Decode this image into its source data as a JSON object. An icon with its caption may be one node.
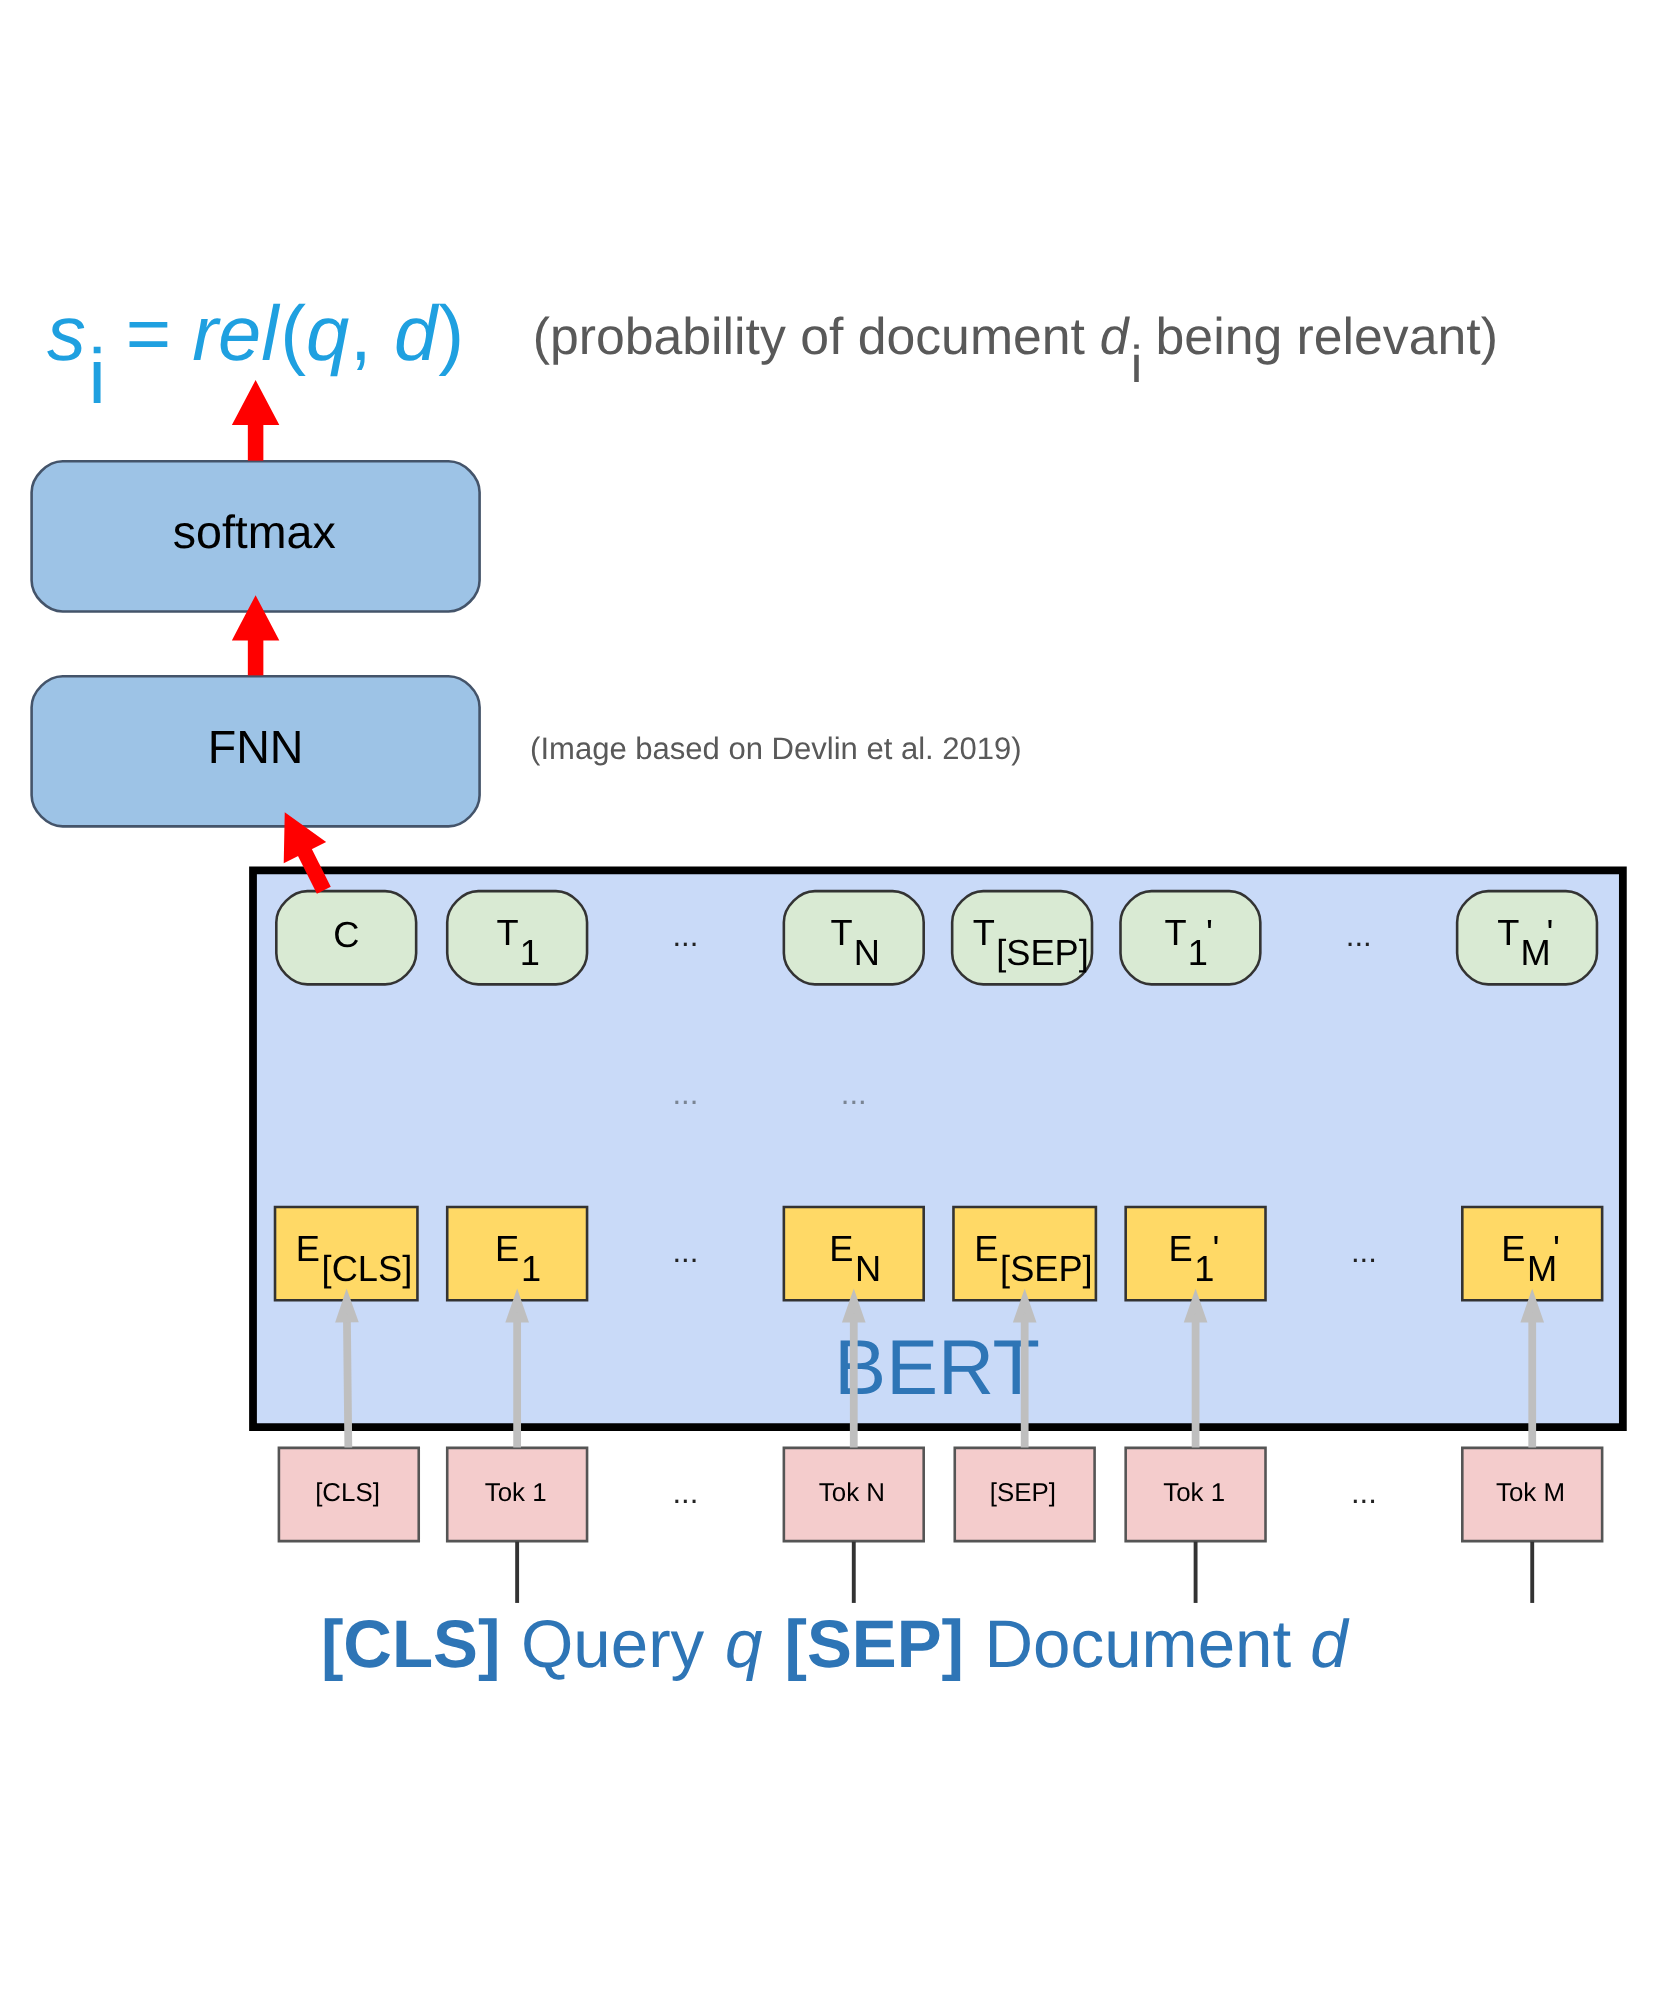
{
  "diagram": {
    "caption": "**[CLS]** Query *q* **[SEP]** Document *d*",
    "nodes": [
      {
        "text": [
          "*s*$_{i}$ = *rel*(*q*, *d*)"
        ]
      },
      {
        "text": [
          "softmax"
        ]
      },
      {
        "text": [
          "FNN"
        ]
      },
      {
        "text": [
          "BERT"
        ]
      },
      {
        "text": [
          "C"
        ],
        "in": 3
      },
      {
        "text": [
          "T$_{1}$"
        ],
        "in": 3
      },
      {
        "text": [
          "T$_{N}$"
        ],
        "in": 3
      },
      {
        "text": [
          "T$_{[SEP]}$"
        ],
        "in": 3
      },
      {
        "text": [
          "T$_{1}$'"
        ],
        "in": 3
      },
      {
        "text": [
          "T$_{M}$'"
        ],
        "in": 3
      },
      {
        "text": [
          "E$_{[CLS]}$"
        ],
        "in": 3
      },
      {
        "text": [
          "E$_{1}$"
        ],
        "in": 3
      },
      {
        "text": [
          "E$_{N}$"
        ],
        "in": 3
      },
      {
        "text": [
          "E$_{[SEP]}$"
        ],
        "in": 3
      },
      {
        "text": [
          "E$_{1}$'"
        ],
        "in": 3
      },
      {
        "text": [
          "E$_{M}$'"
        ],
        "in": 3
      },
      {
        "text": [
          "[CLS]"
        ]
      },
      {
        "text": [
          "Tok 1"
        ]
      },
      {
        "text": [
          "Tok N"
        ]
      },
      {
        "text": [
          "[SEP]"
        ]
      },
      {
        "text": [
          "Tok 1"
        ]
      },
      {
        "text": [
          "Tok M"
        ]
      }
    ],
    "edges": [
      {
        "from": 1,
        "to": 0,
        "arrow": "to",
        "style": "thick",
        "color": "#ff0000"
      },
      {
        "from": 2,
        "to": 1,
        "arrow": "to",
        "style": "thick",
        "color": "#ff0000"
      },
      {
        "from": 4,
        "to": 2,
        "arrow": "to",
        "style": "thick",
        "color": "#ff0000"
      },
      {
        "from": 16,
        "to": 10,
        "arrow": "to"
      },
      {
        "from": 17,
        "to": 11,
        "arrow": "to"
      },
      {
        "from": 18,
        "to": 12,
        "arrow": "to"
      },
      {
        "from": 19,
        "to": 13,
        "arrow": "to"
      },
      {
        "from": 20,
        "to": 14,
        "arrow": "to"
      },
      {
        "from": 21,
        "to": 15,
        "arrow": "to"
      },
      {
        "from": 17,
        "to": null,
        "arrow": "none",
        "color": "#333333"
      },
      {
        "from": 18,
        "to": null,
        "arrow": "none",
        "color": "#333333"
      },
      {
        "from": 20,
        "to": null,
        "arrow": "none",
        "color": "#333333"
      },
      {
        "from": 21,
        "to": null,
        "arrow": "none",
        "color": "#333333"
      }
    ],
    "labels": [
      "(probability of document *d*$_{i}$ being relevant)",
      "(Image based on Devlin et al. 2019)",
      "...",
      "...",
      "...",
      "...",
      "...",
      "...",
      "...",
      "..."
    ]
  }
}
